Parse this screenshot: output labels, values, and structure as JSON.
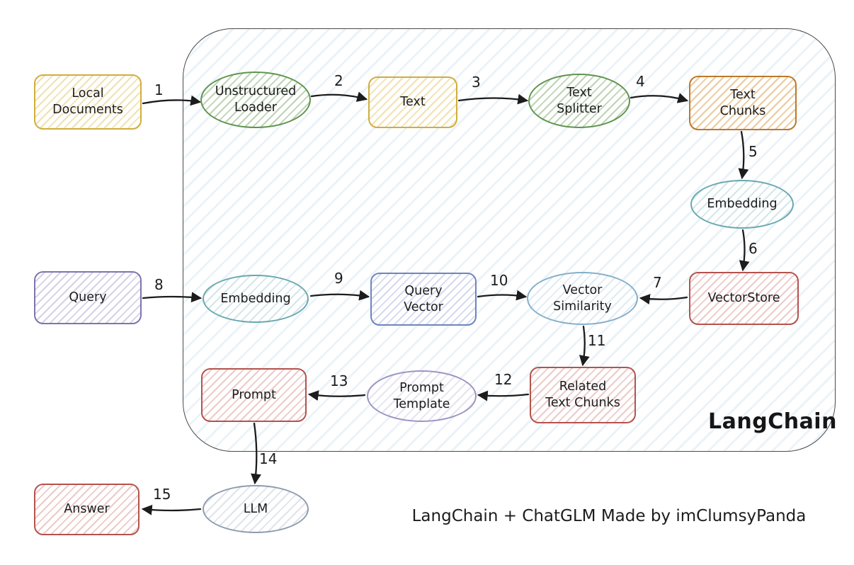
{
  "diagram": {
    "container_label": "LangChain",
    "caption": "LangChain + ChatGLM Made by imClumsyPanda",
    "colors": {
      "yellow": "#cfae3e",
      "green": "#5f944d",
      "orange": "#bd7929",
      "teal": "#69a8b0",
      "red": "#b4534e",
      "purple": "#7f74ad",
      "blue": "#6f84bf",
      "lightblue": "#84aec8",
      "lavender": "#9b94c3",
      "gray": "#8f9cb0",
      "container_hatch": "#cfe4f2",
      "arrow": "#1c1c1c"
    },
    "nodes": {
      "local_documents": {
        "label": "Local\nDocuments",
        "shape": "rect",
        "color": "#cfae3e"
      },
      "unstructured_loader": {
        "label": "Unstructured\nLoader",
        "shape": "ellipse",
        "color": "#5f944d"
      },
      "text": {
        "label": "Text",
        "shape": "rect",
        "color": "#cfae3e"
      },
      "text_splitter": {
        "label": "Text\nSplitter",
        "shape": "ellipse",
        "color": "#5f944d"
      },
      "text_chunks": {
        "label": "Text\nChunks",
        "shape": "rect",
        "color": "#bd7929"
      },
      "embedding_docs": {
        "label": "Embedding",
        "shape": "ellipse",
        "color": "#69a8b0"
      },
      "vectorstore": {
        "label": "VectorStore",
        "shape": "rect",
        "color": "#b4534e"
      },
      "query": {
        "label": "Query",
        "shape": "rect",
        "color": "#7f74ad"
      },
      "embedding_query": {
        "label": "Embedding",
        "shape": "ellipse",
        "color": "#69a8b0"
      },
      "query_vector": {
        "label": "Query\nVector",
        "shape": "rect",
        "color": "#6f84bf"
      },
      "vector_similarity": {
        "label": "Vector\nSimilarity",
        "shape": "ellipse",
        "color": "#84aec8"
      },
      "related_text_chunks": {
        "label": "Related\nText Chunks",
        "shape": "rect",
        "color": "#b4534e"
      },
      "prompt_template": {
        "label": "Prompt\nTemplate",
        "shape": "ellipse",
        "color": "#9b94c3"
      },
      "prompt": {
        "label": "Prompt",
        "shape": "rect",
        "color": "#b4534e"
      },
      "llm": {
        "label": "LLM",
        "shape": "ellipse",
        "color": "#8f9cb0"
      },
      "answer": {
        "label": "Answer",
        "shape": "rect",
        "color": "#b4534e"
      }
    },
    "edges": {
      "e1": {
        "label": "1",
        "from": "local_documents",
        "to": "unstructured_loader"
      },
      "e2": {
        "label": "2",
        "from": "unstructured_loader",
        "to": "text"
      },
      "e3": {
        "label": "3",
        "from": "text",
        "to": "text_splitter"
      },
      "e4": {
        "label": "4",
        "from": "text_splitter",
        "to": "text_chunks"
      },
      "e5": {
        "label": "5",
        "from": "text_chunks",
        "to": "embedding_docs"
      },
      "e6": {
        "label": "6",
        "from": "embedding_docs",
        "to": "vectorstore"
      },
      "e7": {
        "label": "7",
        "from": "vectorstore",
        "to": "vector_similarity"
      },
      "e8": {
        "label": "8",
        "from": "query",
        "to": "embedding_query"
      },
      "e9": {
        "label": "9",
        "from": "embedding_query",
        "to": "query_vector"
      },
      "e10": {
        "label": "10",
        "from": "query_vector",
        "to": "vector_similarity"
      },
      "e11": {
        "label": "11",
        "from": "vector_similarity",
        "to": "related_text_chunks"
      },
      "e12": {
        "label": "12",
        "from": "related_text_chunks",
        "to": "prompt_template"
      },
      "e13": {
        "label": "13",
        "from": "prompt_template",
        "to": "prompt"
      },
      "e14": {
        "label": "14",
        "from": "prompt",
        "to": "llm"
      },
      "e15": {
        "label": "15",
        "from": "llm",
        "to": "answer"
      }
    }
  }
}
